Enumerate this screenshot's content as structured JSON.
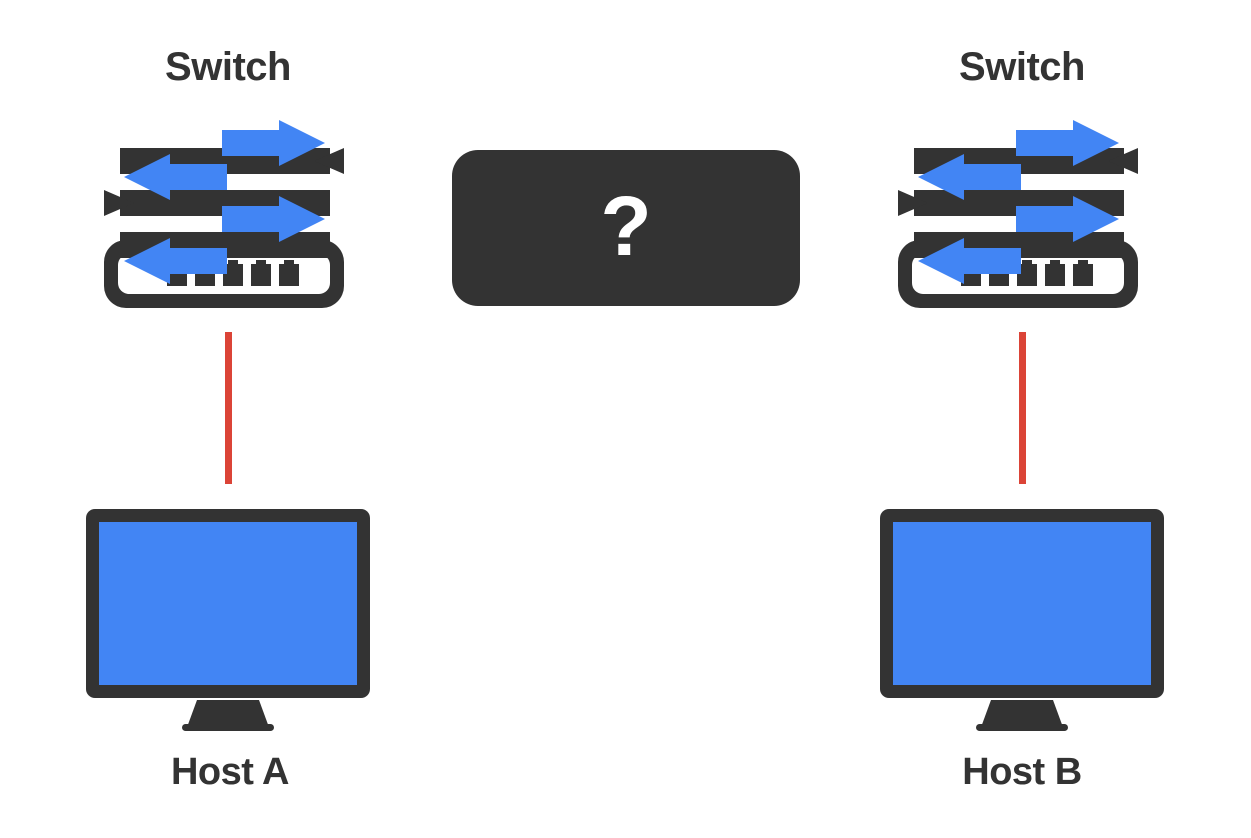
{
  "diagram": {
    "title": "Two switches connecting Host A and Host B with unknown path",
    "background_color": "#FFFFFF",
    "colors": {
      "blue": "#4285F4",
      "dark": "#333333",
      "red": "#DB4437",
      "white": "#FFFFFF"
    }
  },
  "nodes": {
    "switch_left": {
      "label": "Switch",
      "icon": "network-switch-icon",
      "port_count": 5,
      "arrow_count": 4
    },
    "switch_right": {
      "label": "Switch",
      "icon": "network-switch-icon",
      "port_count": 5,
      "arrow_count": 4
    },
    "host_left": {
      "label": "Host A",
      "icon": "desktop-monitor-icon",
      "screen_color": "#4285F4"
    },
    "host_right": {
      "label": "Host B",
      "icon": "desktop-monitor-icon",
      "screen_color": "#4285F4"
    },
    "unknown_path": {
      "label": "?",
      "icon": "question-box",
      "box_color": "#333333",
      "text_color": "#FFFFFF"
    }
  },
  "links": [
    {
      "name": "link-switch-left-to-host-a",
      "from": "switch_left",
      "to": "host_left",
      "color": "#DB4437"
    },
    {
      "name": "link-switch-right-to-host-b",
      "from": "switch_right",
      "to": "host_right",
      "color": "#DB4437"
    }
  ]
}
